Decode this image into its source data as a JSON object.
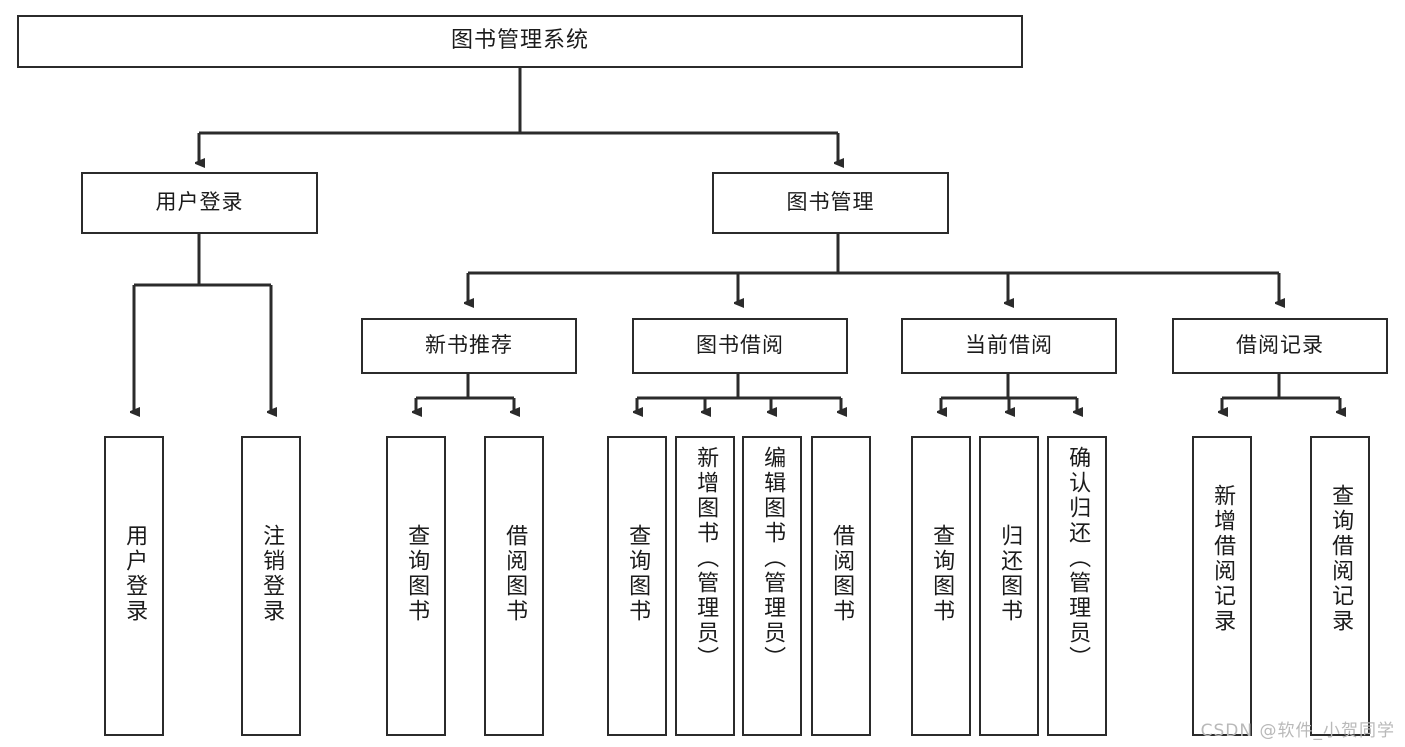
{
  "diagram": {
    "title": "图书管理系统",
    "watermark": "CSDN @软件_小贺同学",
    "stroke_color": "#2b2b2b",
    "fill_color": "#ffffff",
    "text_color": "#1b1b1b",
    "watermark_color": "#b9b9b9"
  },
  "nodes": {
    "root": {
      "label": "图书管理系统",
      "level": 0
    },
    "level1": [
      {
        "id": "user-login",
        "label": "用户登录"
      },
      {
        "id": "book-manage",
        "label": "图书管理"
      }
    ],
    "level2": [
      {
        "id": "new-book-recommend",
        "label": "新书推荐",
        "parent": "book-manage"
      },
      {
        "id": "book-borrow",
        "label": "图书借阅",
        "parent": "book-manage"
      },
      {
        "id": "current-borrow",
        "label": "当前借阅",
        "parent": "book-manage"
      },
      {
        "id": "borrow-record",
        "label": "借阅记录",
        "parent": "book-manage"
      }
    ],
    "leaves": [
      {
        "id": "leaf-user-login",
        "label": "用户登录",
        "parent": "user-login"
      },
      {
        "id": "leaf-user-logout",
        "label": "注销登录",
        "parent": "user-login"
      },
      {
        "id": "leaf-query-book-1",
        "label": "查询图书",
        "parent": "new-book-recommend"
      },
      {
        "id": "leaf-borrow-book-1",
        "label": "借阅图书",
        "parent": "new-book-recommend"
      },
      {
        "id": "leaf-query-book-2",
        "label": "查询图书",
        "parent": "book-borrow"
      },
      {
        "id": "leaf-add-book",
        "label": "新增图书（管理员）",
        "parent": "book-borrow"
      },
      {
        "id": "leaf-edit-book",
        "label": "编辑图书（管理员）",
        "parent": "book-borrow"
      },
      {
        "id": "leaf-borrow-book-2",
        "label": "借阅图书",
        "parent": "book-borrow"
      },
      {
        "id": "leaf-query-book-3",
        "label": "查询图书",
        "parent": "current-borrow"
      },
      {
        "id": "leaf-return-book",
        "label": "归还图书",
        "parent": "current-borrow"
      },
      {
        "id": "leaf-confirm-return",
        "label": "确认归还（管理员）",
        "parent": "current-borrow"
      },
      {
        "id": "leaf-add-record",
        "label": "新增借阅记录",
        "parent": "borrow-record"
      },
      {
        "id": "leaf-query-record",
        "label": "查询借阅记录",
        "parent": "borrow-record"
      }
    ]
  }
}
